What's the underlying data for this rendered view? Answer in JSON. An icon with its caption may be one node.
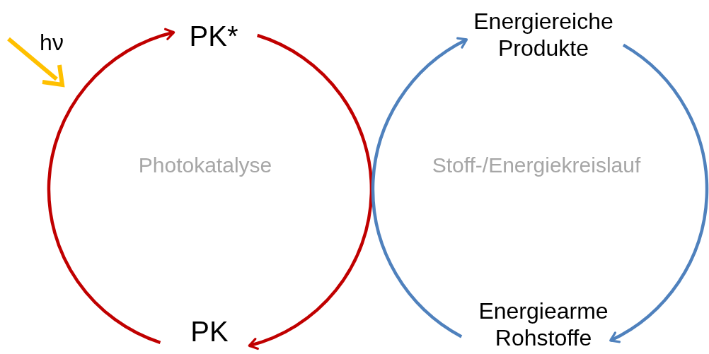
{
  "diagram": {
    "nodes": [
      {
        "text": [
          "PK*"
        ]
      },
      {
        "text": [
          "PK"
        ]
      },
      {
        "text": [
          "Energiereiche Produkte"
        ]
      },
      {
        "text": [
          "Energiearme Rohstoffe"
        ]
      }
    ],
    "edges": [
      {
        "from": 1,
        "to": 0,
        "arrow": "to",
        "color": "#c00000"
      },
      {
        "from": 0,
        "to": 1,
        "arrow": "to",
        "color": "#c00000"
      },
      {
        "from": 3,
        "to": 2,
        "arrow": "to",
        "color": "#4f81bd"
      },
      {
        "from": 2,
        "to": 3,
        "arrow": "to",
        "color": "#4f81bd"
      }
    ],
    "labels": [
      "hν",
      "Photokatalyse",
      "Stoff-/Energiekreislauf"
    ]
  }
}
